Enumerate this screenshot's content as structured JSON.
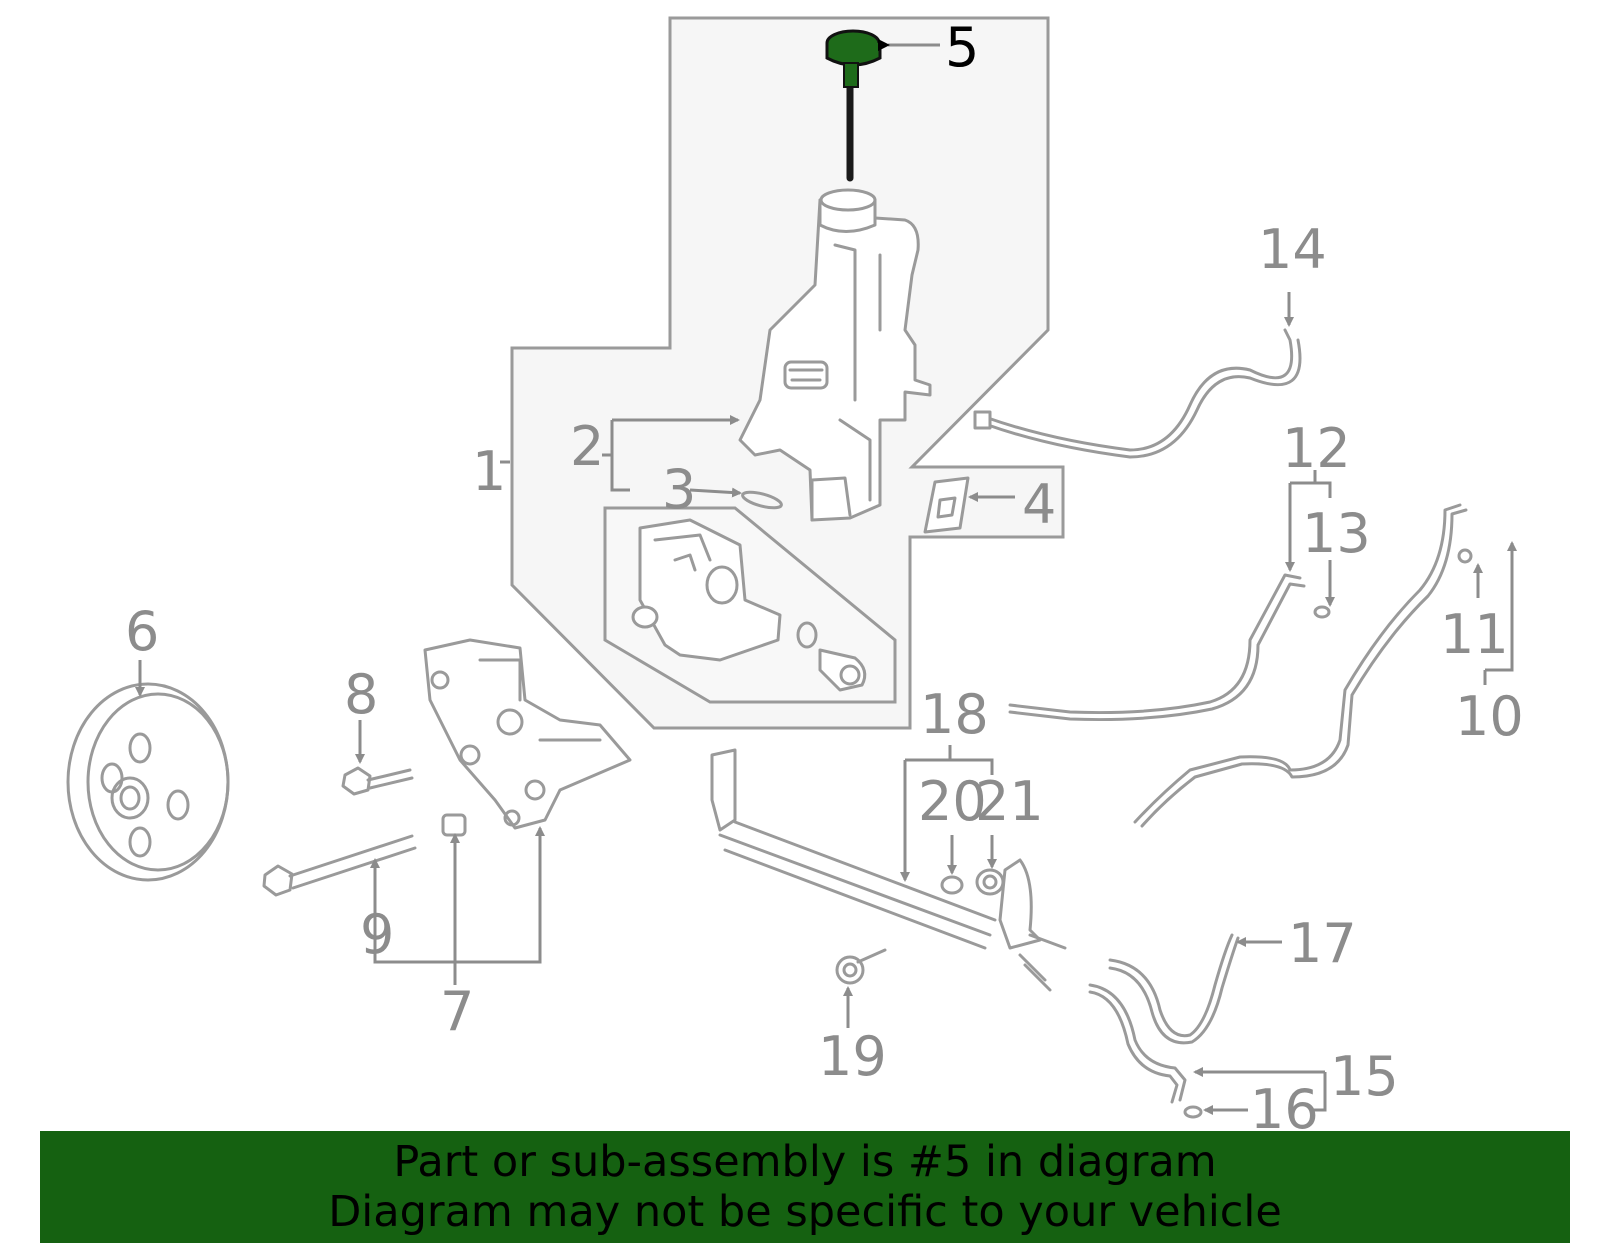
{
  "diagram": {
    "highlight_color": "#156111",
    "line_color": "#9a9a9a",
    "callouts": [
      {
        "id": "1",
        "label": "1"
      },
      {
        "id": "2",
        "label": "2"
      },
      {
        "id": "3",
        "label": "3"
      },
      {
        "id": "4",
        "label": "4"
      },
      {
        "id": "5",
        "label": "5"
      },
      {
        "id": "6",
        "label": "6"
      },
      {
        "id": "7",
        "label": "7"
      },
      {
        "id": "8",
        "label": "8"
      },
      {
        "id": "9",
        "label": "9"
      },
      {
        "id": "10",
        "label": "10"
      },
      {
        "id": "11",
        "label": "11"
      },
      {
        "id": "12",
        "label": "12"
      },
      {
        "id": "13",
        "label": "13"
      },
      {
        "id": "14",
        "label": "14"
      },
      {
        "id": "15",
        "label": "15"
      },
      {
        "id": "16",
        "label": "16"
      },
      {
        "id": "17",
        "label": "17"
      },
      {
        "id": "18",
        "label": "18"
      },
      {
        "id": "19",
        "label": "19"
      },
      {
        "id": "20",
        "label": "20"
      },
      {
        "id": "21",
        "label": "21"
      }
    ]
  },
  "banner": {
    "line1": "Part or sub-assembly is #5 in diagram",
    "line2": "Diagram may not be specific to your vehicle",
    "background_color": "#156111"
  }
}
